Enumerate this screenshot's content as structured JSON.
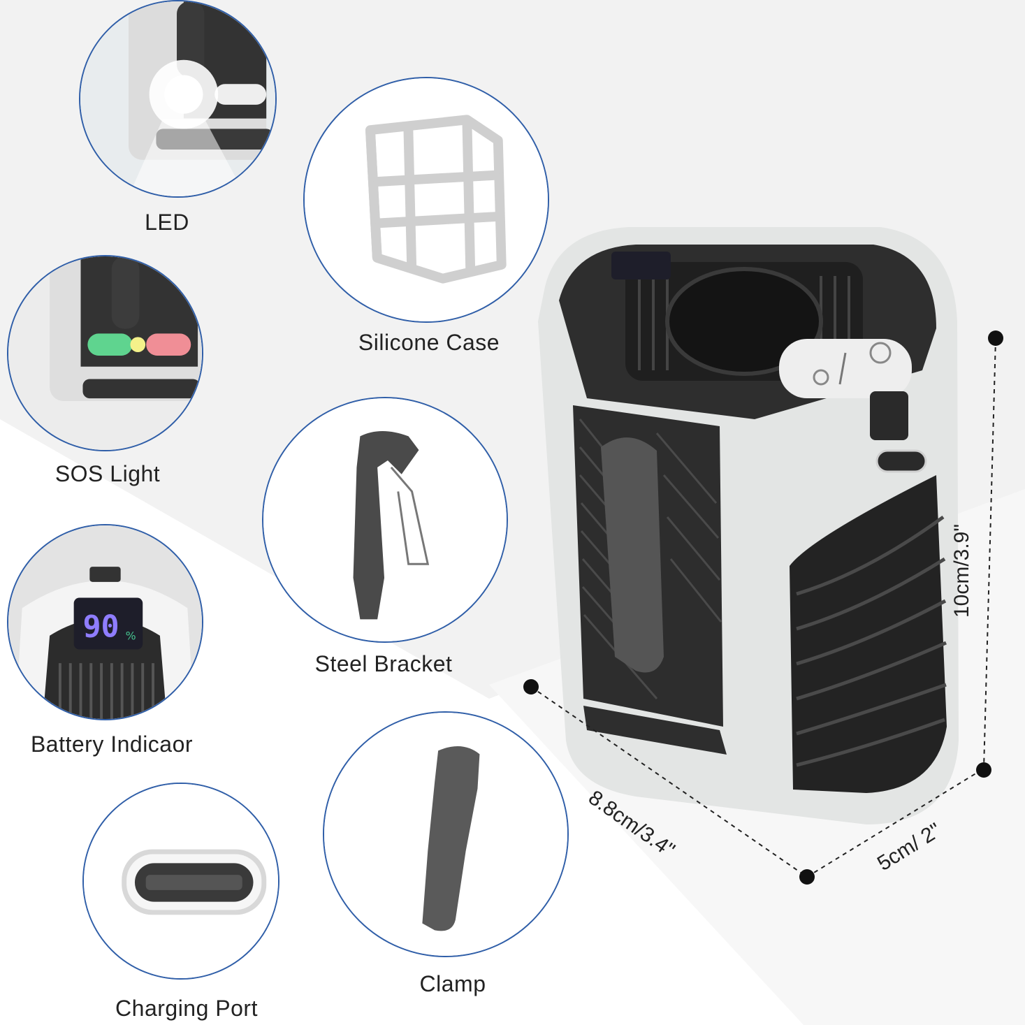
{
  "features": {
    "led": {
      "label": "LED"
    },
    "silicone_case": {
      "label": "Silicone Case"
    },
    "sos_light": {
      "label": "SOS Light"
    },
    "steel_bracket": {
      "label": "Steel Bracket"
    },
    "battery_indicator": {
      "label": "Battery Indicaor",
      "display_value": "90",
      "display_unit": "%"
    },
    "clamp": {
      "label": "Clamp"
    },
    "charging_port": {
      "label": "Charging Port"
    }
  },
  "dimensions": {
    "height": "10cm/3.9\"",
    "length": "8.8cm/3.4\"",
    "width": "5cm/ 2\""
  },
  "colors": {
    "circle_border": "#2f5ea8",
    "body_white": "#e4e6e5",
    "body_dark": "#2b2b2b",
    "digit_color": "#8f7dff"
  }
}
